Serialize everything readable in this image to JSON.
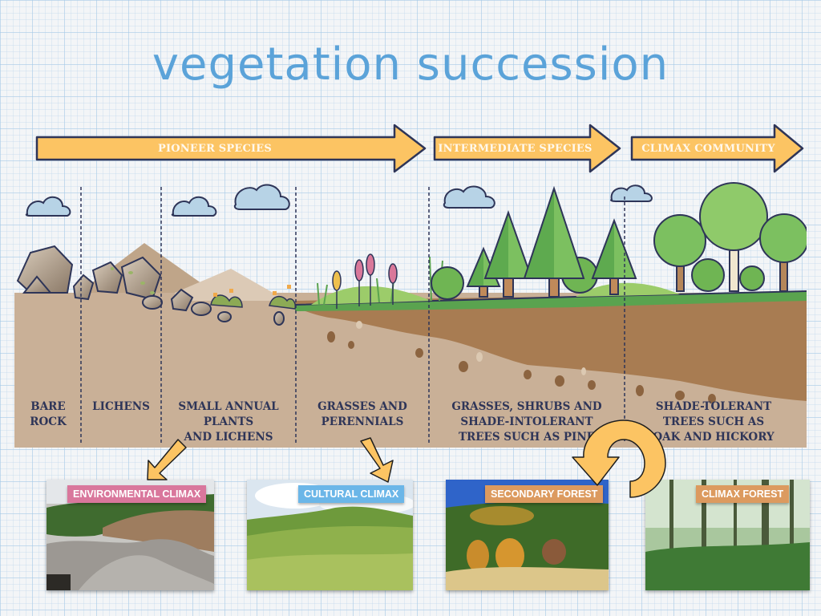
{
  "title": "vegetation succession",
  "colors": {
    "title": "#5ba3d9",
    "arrow_fill": "#fcc463",
    "arrow_stroke": "#2e3558",
    "label_text": "#2e3558",
    "soil_light": "#c9b097",
    "soil_dark": "#a87c52",
    "grass": "#5aa34f",
    "tag_environmental": "#d9779c",
    "tag_cultural": "#6bb6e8",
    "tag_secondary": "#dc9a5f",
    "tag_climax": "#dc9a5f"
  },
  "phases": [
    {
      "label": "PIONEER SPECIES",
      "icon": "right-arrow-icon"
    },
    {
      "label": "INTERMEDIATE SPECIES",
      "icon": "right-arrow-icon"
    },
    {
      "label": "CLIMAX COMMUNITY",
      "icon": "right-arrow-icon"
    }
  ],
  "stages": [
    {
      "lines": [
        "BARE",
        "ROCK"
      ]
    },
    {
      "lines": [
        "LICHENS"
      ]
    },
    {
      "lines": [
        "SMALL ANNUAL",
        "PLANTS",
        "AND LICHENS"
      ]
    },
    {
      "lines": [
        "GRASSES AND",
        "PERENNIALS"
      ]
    },
    {
      "lines": [
        "GRASSES, SHRUBS AND",
        "SHADE-INTOLERANT",
        "TREES SUCH AS PINE"
      ]
    },
    {
      "lines": [
        "SHADE-TOLERANT",
        "TREES SUCH AS",
        "OAK AND HICKORY"
      ]
    }
  ],
  "photos": [
    {
      "tag": "ENVIRONMENTAL CLIMAX",
      "scene": "volcanic-barren-landscape"
    },
    {
      "tag": "CULTURAL CLIMAX",
      "scene": "grassland-hills"
    },
    {
      "tag": "SECONDARY FOREST",
      "scene": "mixed-autumn-forest"
    },
    {
      "tag": "CLIMAX FOREST",
      "scene": "mature-deciduous-forest"
    }
  ]
}
